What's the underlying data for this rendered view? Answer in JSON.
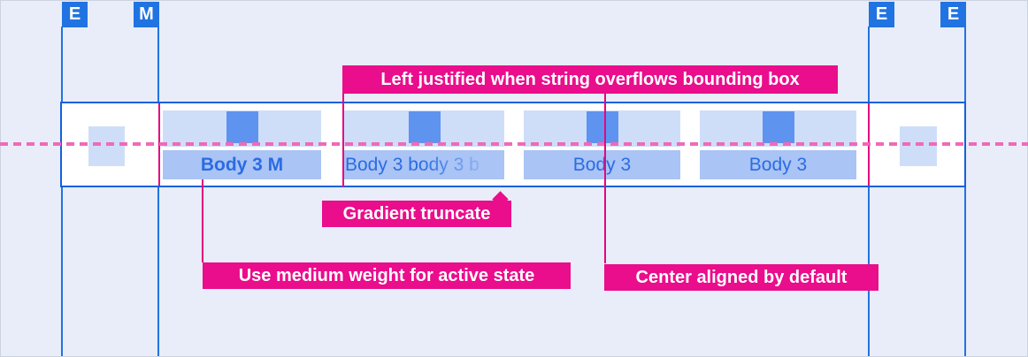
{
  "colors": {
    "background": "#e8edf9",
    "guide_blue": "#2173e2",
    "band_border_blue": "#1261db",
    "tab_hit_area": "#cfdef8",
    "tab_text_box": "#a9c4f5",
    "tab_indicator": "#5e93f0",
    "tab_text_blue": "#2b6ce3",
    "annotation_pink": "#ea0d8c",
    "leader_pink": "#e5067f",
    "dashed_centerline_pink": "#ef6ab8"
  },
  "guides": {
    "markers": [
      {
        "label": "E"
      },
      {
        "label": "M"
      },
      {
        "label": "E"
      },
      {
        "label": "E"
      }
    ]
  },
  "tabbar": {
    "tabs": [
      {
        "label": "Body 3 M",
        "state": "active-medium-weight"
      },
      {
        "label": "Body 3 body 3 b",
        "state": "overflow-gradient-truncated"
      },
      {
        "label": "Body 3",
        "state": "default"
      },
      {
        "label": "Body 3",
        "state": "default"
      }
    ]
  },
  "annotations": {
    "overflow": "Left justified when string overflows bounding box",
    "truncate": "Gradient truncate",
    "active_weight": "Use medium weight for active state",
    "alignment": "Center aligned by default"
  }
}
